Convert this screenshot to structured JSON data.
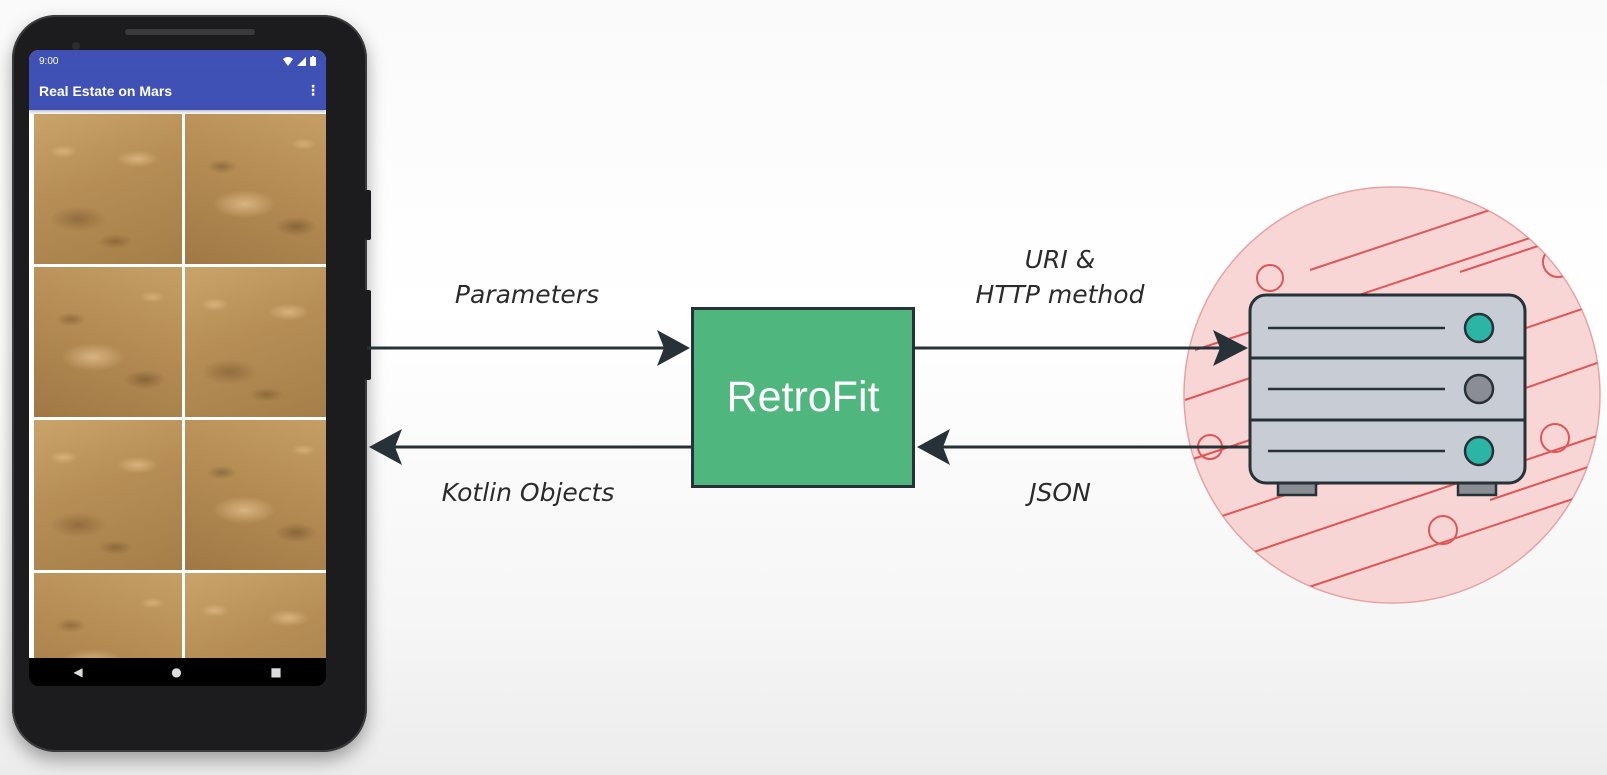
{
  "phone": {
    "status_time": "9:00",
    "app_title": "Real Estate on Mars",
    "menu_icon": "overflow-menu-icon",
    "grid_tile_count": 8,
    "nav_icons": [
      "back-icon",
      "home-icon",
      "recents-icon"
    ]
  },
  "diagram": {
    "center_label": "RetroFit",
    "arrow_labels": {
      "parameters": "Parameters",
      "kotlin_objects": "Kotlin Objects",
      "uri_line1": "URI &",
      "uri_line2": "HTTP method",
      "json": "JSON"
    },
    "server_icon": "server-icon"
  },
  "colors": {
    "app_bar": "#3f51b5",
    "retrofit_box": "#4fb67d",
    "outline": "#263238",
    "server_bg_circle": "#f8cfcf",
    "server_circle_lines": "#e05555",
    "server_body": "#c8ccd4",
    "server_led_teal": "#2ab5a5",
    "server_led_gray": "#8a8d93"
  }
}
